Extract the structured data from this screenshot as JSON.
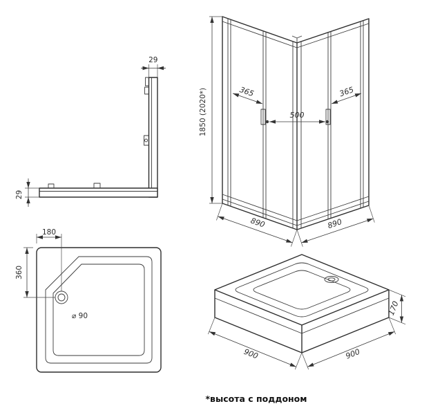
{
  "page": {
    "background": "#ffffff",
    "line_color": "#2e2e2e"
  },
  "profile_view": {
    "top_width": "29",
    "side_width": "29"
  },
  "enclosure_view": {
    "height_label": "1850 (2020*)",
    "left_panel": "365",
    "door_width": "500",
    "right_panel": "365",
    "left_width": "890",
    "right_width": "890"
  },
  "tray_top_view": {
    "drain_offset_x": "180",
    "drain_offset_y": "360",
    "drain_diameter": "⌀ 90"
  },
  "tray_iso_view": {
    "left_width": "900",
    "right_width": "900",
    "height": "170"
  },
  "footnote": {
    "text": "*высота с поддоном"
  }
}
